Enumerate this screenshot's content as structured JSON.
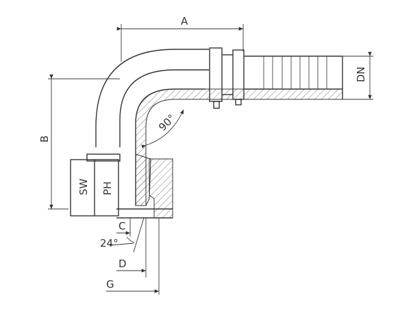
{
  "labels": {
    "A": "A",
    "B": "B",
    "C": "C",
    "D": "D",
    "G": "G",
    "DN": "DN",
    "SW": "SW",
    "PH": "PH",
    "angle_90": "90°",
    "angle_24": "24°"
  },
  "colors": {
    "line": "#333333",
    "background": "#ffffff"
  }
}
